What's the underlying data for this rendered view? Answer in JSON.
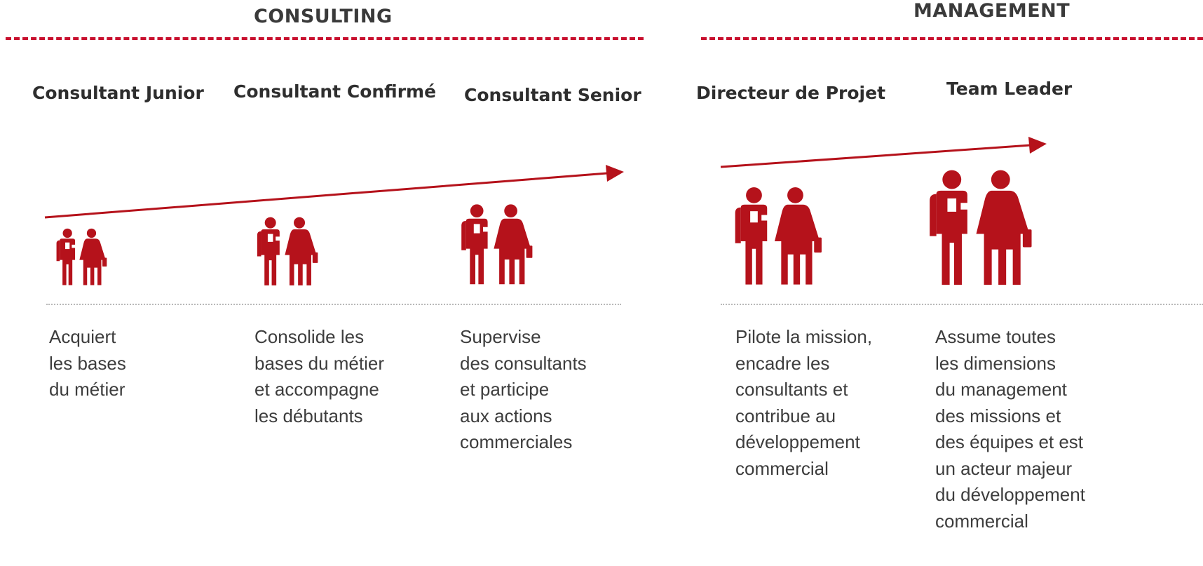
{
  "sections": {
    "consulting": "CONSULTING",
    "management": "MANAGEMENT"
  },
  "colors": {
    "accent": "#b5121b",
    "dash": "#c8102e",
    "title_text": "#2e2e2e",
    "body_text": "#3d3d3d"
  },
  "roles": [
    {
      "title": "Consultant Junior",
      "level": 1,
      "description": [
        "Acquiert",
        "les bases",
        "du métier"
      ]
    },
    {
      "title": "Consultant Confirmé",
      "level": 2,
      "description": [
        "Consolide les",
        "bases du métier",
        "et accompagne",
        "les débutants"
      ]
    },
    {
      "title": "Consultant Senior",
      "level": 3,
      "description": [
        "Supervise",
        "des consultants",
        "et participe",
        "aux actions",
        "commerciales"
      ]
    },
    {
      "title": "Directeur de Projet",
      "level": 4,
      "description": [
        "Pilote la mission,",
        "encadre les",
        "consultants et",
        "contribue au",
        "développement",
        "commercial"
      ]
    },
    {
      "title": "Team Leader",
      "level": 5,
      "description": [
        "Assume toutes",
        "les dimensions",
        "du management",
        "des missions et",
        "des équipes et est",
        "un acteur majeur",
        "du développement",
        "commercial"
      ]
    }
  ]
}
